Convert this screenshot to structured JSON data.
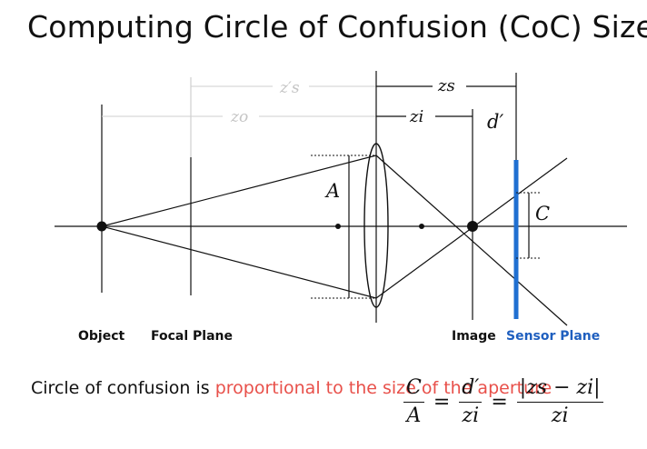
{
  "title": "Computing Circle of Confusion (CoC) Size",
  "dimension_labels": {
    "zs_prime": "z′s",
    "zo": "zo",
    "zs": "zs",
    "zi": "zi",
    "d_prime": "d′",
    "A": "A",
    "C": "C"
  },
  "plane_labels": {
    "object": "Object",
    "focal_plane": "Focal Plane",
    "image": "Image",
    "sensor_plane": "Sensor Plane"
  },
  "caption": {
    "plain": "Circle of confusion is ",
    "highlight": "proportional to the size of the aperture"
  },
  "formula": {
    "frac1_num": "C",
    "frac1_den": "A",
    "eq1": "=",
    "frac2_num": "d′",
    "frac2_den": "zi",
    "eq2": "=",
    "frac3_num": "|zs − zi|",
    "frac3_den": "zi"
  },
  "colors": {
    "sensor": "#1f6fd1",
    "highlight": "#e8504a",
    "faded": "#bdbdbd"
  }
}
